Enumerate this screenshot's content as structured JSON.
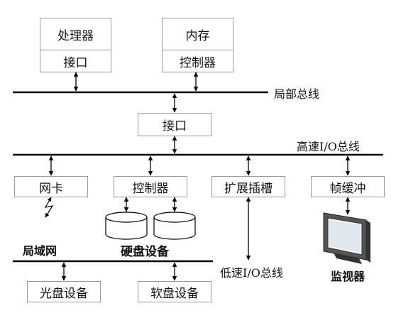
{
  "cpu": {
    "top": "处理器",
    "bottom": "接口"
  },
  "memory": {
    "top": "内存",
    "bottom": "控制器"
  },
  "bridge": {
    "label": "接口"
  },
  "buses": {
    "local": "局部总线",
    "high_speed": "高速I/O总线",
    "low_speed": "低速I/O总线"
  },
  "devices": {
    "nic": "网卡",
    "controller": "控制器",
    "expansion": "扩展插槽",
    "frame_buffer": "帧缓冲",
    "cd": "光盘设备",
    "floppy": "软盘设备"
  },
  "captions": {
    "lan": "局域网",
    "hdd": "硬盘设备",
    "monitor": "监视器"
  }
}
